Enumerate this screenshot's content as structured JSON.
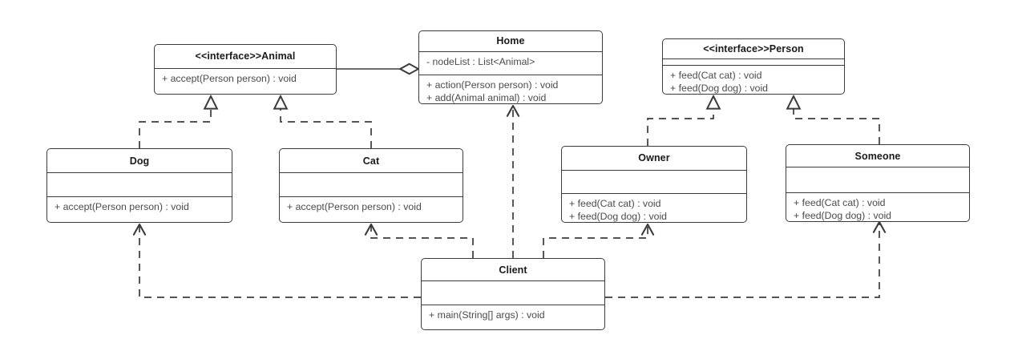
{
  "diagram": {
    "type": "uml-class-diagram",
    "background": "#ffffff",
    "stroke": "#3b3b3b",
    "text_color": "#1a1a1a",
    "member_color": "#4a4a4a"
  },
  "classes": {
    "animal": {
      "name": "<<interface>>Animal",
      "stereotype": "<<interface>>",
      "plain_name": "Animal",
      "attributes": [],
      "methods": [
        "+ accept(Person person) : void"
      ],
      "has_attr_compartment": false
    },
    "home": {
      "name": "Home",
      "stereotype": "",
      "plain_name": "Home",
      "attributes": [
        "- nodeList : List<Animal>"
      ],
      "methods": [
        "+ action(Person person) : void",
        "+ add(Animal animal) : void"
      ],
      "has_attr_compartment": true
    },
    "person": {
      "name": "<<interface>>Person",
      "stereotype": "<<interface>>",
      "plain_name": "Person",
      "attributes": [],
      "methods": [
        "+ feed(Cat cat) : void",
        "+ feed(Dog dog) : void"
      ],
      "has_attr_compartment": true
    },
    "dog": {
      "name": "Dog",
      "stereotype": "",
      "plain_name": "Dog",
      "attributes": [],
      "methods": [
        "+ accept(Person person) : void"
      ],
      "has_attr_compartment": true
    },
    "cat": {
      "name": "Cat",
      "stereotype": "",
      "plain_name": "Cat",
      "attributes": [],
      "methods": [
        "+ accept(Person person) : void"
      ],
      "has_attr_compartment": true
    },
    "owner": {
      "name": "Owner",
      "stereotype": "",
      "plain_name": "Owner",
      "attributes": [],
      "methods": [
        "+ feed(Cat cat) : void",
        "+ feed(Dog dog) : void"
      ],
      "has_attr_compartment": true
    },
    "someone": {
      "name": "Someone",
      "stereotype": "",
      "plain_name": "Someone",
      "attributes": [],
      "methods": [
        "+ feed(Cat cat) : void",
        "+ feed(Dog dog) : void"
      ],
      "has_attr_compartment": true
    },
    "client": {
      "name": "Client",
      "stereotype": "",
      "plain_name": "Client",
      "attributes": [],
      "methods": [
        "+ main(String[] args) : void"
      ],
      "has_attr_compartment": true
    }
  },
  "relationships": [
    {
      "id": "animal-home-aggregation",
      "from": "animal",
      "to": "home",
      "kind": "aggregation",
      "line": "solid",
      "marker": "hollow-diamond"
    },
    {
      "id": "dog-animal-realization",
      "from": "dog",
      "to": "animal",
      "kind": "realization",
      "line": "dashed",
      "marker": "hollow-triangle"
    },
    {
      "id": "cat-animal-realization",
      "from": "cat",
      "to": "animal",
      "kind": "realization",
      "line": "dashed",
      "marker": "hollow-triangle"
    },
    {
      "id": "owner-person-realization",
      "from": "owner",
      "to": "person",
      "kind": "realization",
      "line": "dashed",
      "marker": "hollow-triangle"
    },
    {
      "id": "someone-person-realization",
      "from": "someone",
      "to": "person",
      "kind": "realization",
      "line": "dashed",
      "marker": "hollow-triangle"
    },
    {
      "id": "client-home-dependency",
      "from": "client",
      "to": "home",
      "kind": "dependency",
      "line": "dashed",
      "marker": "open-arrow"
    },
    {
      "id": "client-dog-dependency",
      "from": "client",
      "to": "dog",
      "kind": "dependency",
      "line": "dashed",
      "marker": "open-arrow"
    },
    {
      "id": "client-cat-dependency",
      "from": "client",
      "to": "cat",
      "kind": "dependency",
      "line": "dashed",
      "marker": "open-arrow"
    },
    {
      "id": "client-owner-dependency",
      "from": "client",
      "to": "owner",
      "kind": "dependency",
      "line": "dashed",
      "marker": "open-arrow"
    },
    {
      "id": "client-someone-dependency",
      "from": "client",
      "to": "someone",
      "kind": "dependency",
      "line": "dashed",
      "marker": "open-arrow"
    }
  ]
}
